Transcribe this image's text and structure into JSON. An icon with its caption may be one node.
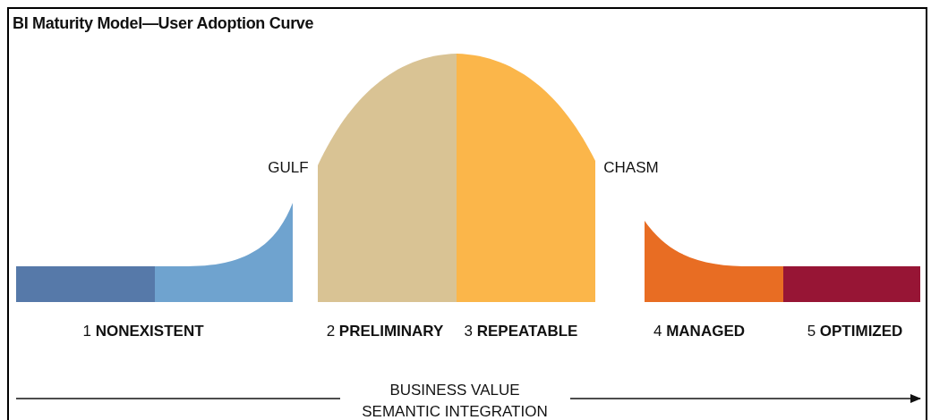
{
  "diagram": {
    "title": "BI Maturity Model—User Adoption Curve",
    "labels": [
      "GULF",
      "CHASM",
      "1 **NONEXISTENT**",
      "2 **PRELIMINARY**",
      "3 **REPEATABLE**",
      "4 **MANAGED**",
      "5 **OPTIMIZED**",
      "BUSINESS VALUE",
      "SEMANTIC INTEGRATION"
    ]
  }
}
